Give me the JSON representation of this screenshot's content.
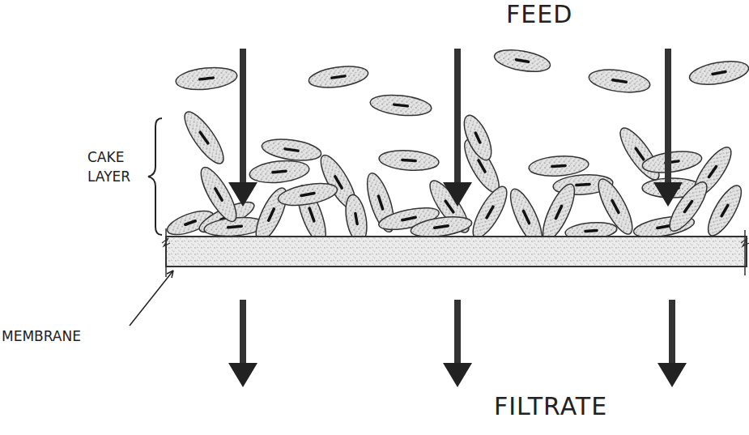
{
  "diagram": {
    "labels": [
      "FEED",
      "CAKE LAYER",
      "MEMBRANE",
      "FILTRATE"
    ]
  }
}
